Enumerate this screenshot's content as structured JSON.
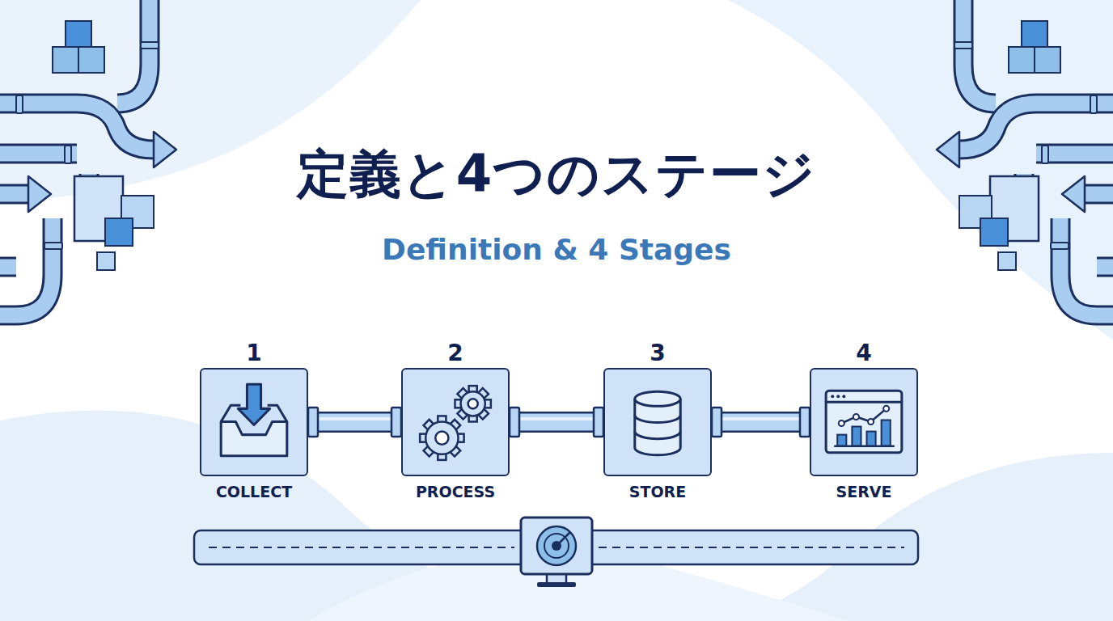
{
  "diagram": {
    "title": "定義と4つのステージ",
    "nodes": [
      {
        "text": [
          "1",
          "COLLECT"
        ]
      },
      {
        "text": [
          "2",
          "PROCESS"
        ]
      },
      {
        "text": [
          "3",
          "STORE"
        ]
      },
      {
        "text": [
          "4",
          "SERVE"
        ]
      }
    ],
    "edges": [
      {
        "from": 0,
        "to": 1,
        "arrow": "none"
      },
      {
        "from": 1,
        "to": 2,
        "arrow": "none"
      },
      {
        "from": 2,
        "to": 3,
        "arrow": "none"
      }
    ],
    "labels": [
      "Definition & 4 Stages"
    ]
  }
}
